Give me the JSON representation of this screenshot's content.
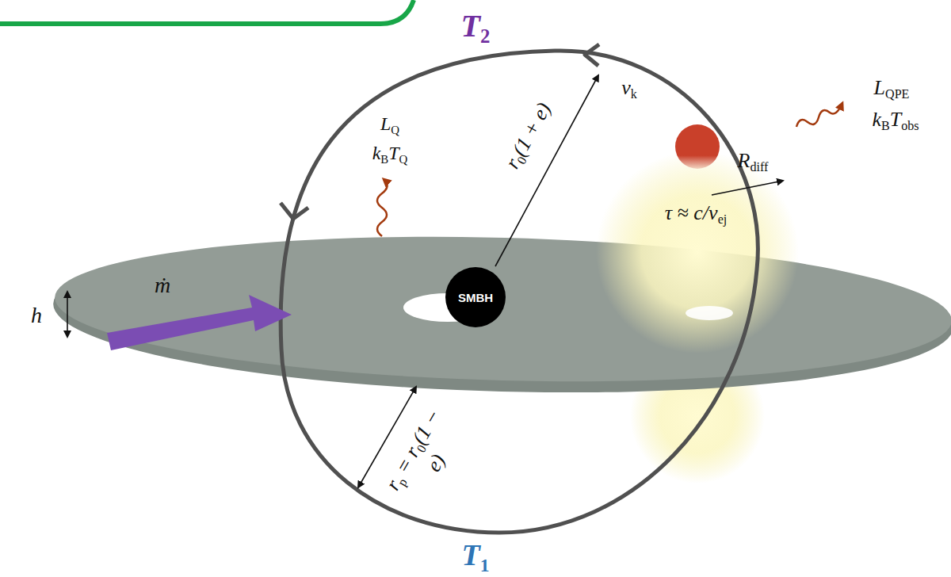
{
  "diagram": {
    "nodes": [
      {
        "text": [
          "SMBH"
        ]
      }
    ],
    "labels": [
      "T2",
      "T1",
      "vk",
      "LQPE",
      "kBTobs",
      "Rdiff",
      "τ ≈ c/vej",
      "LQ",
      "kBTQ",
      "r0(1 + e)",
      "rp = r0(1 − e)",
      "h",
      "ṁ"
    ]
  }
}
